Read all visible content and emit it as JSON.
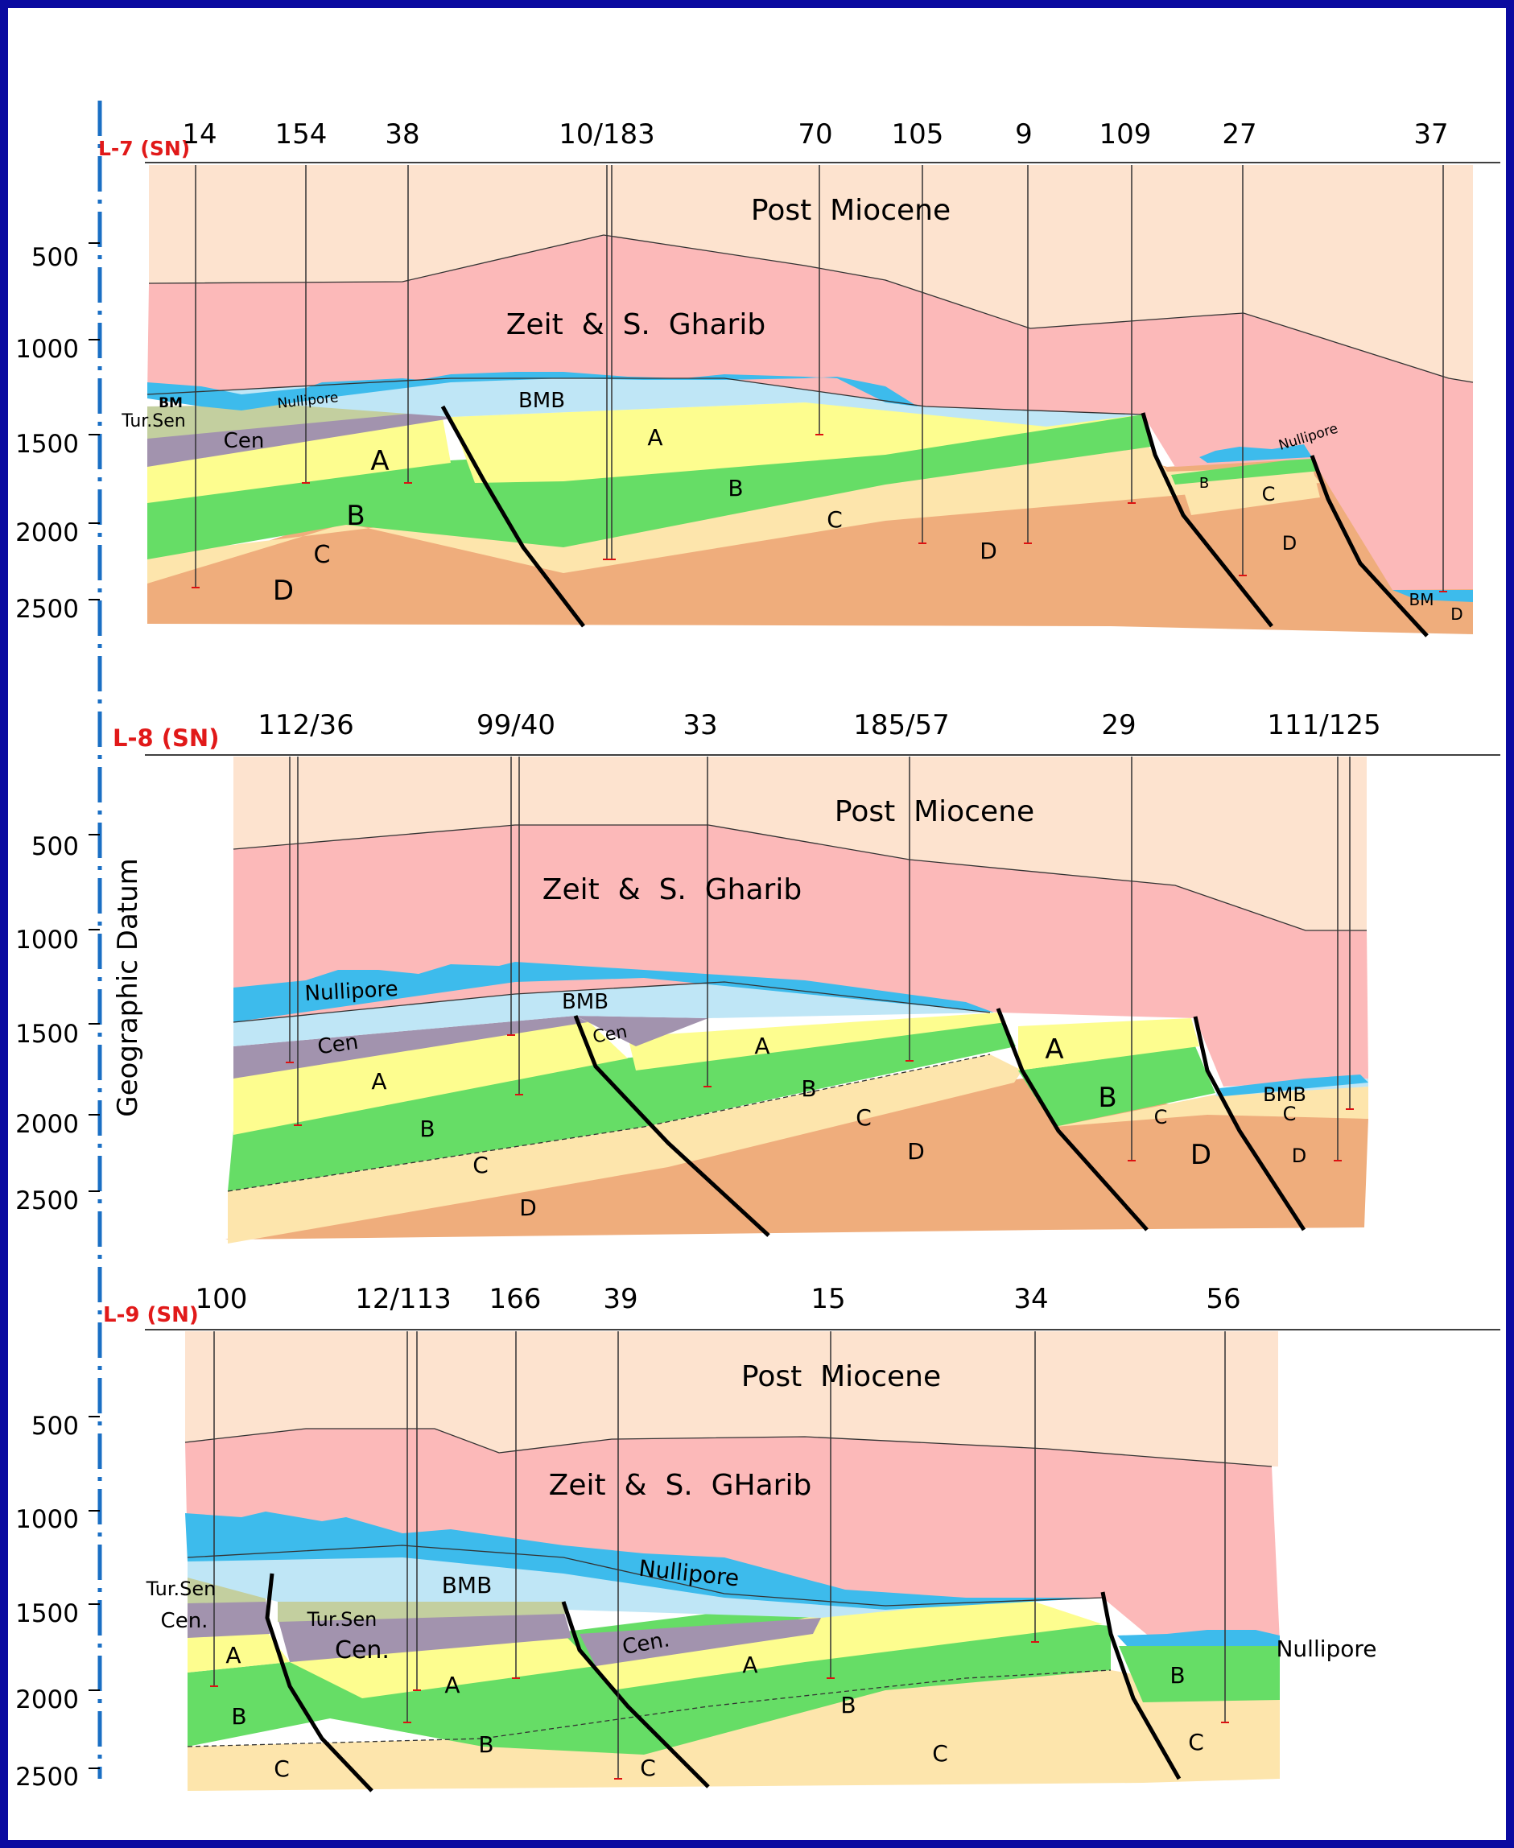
{
  "colors": {
    "frame": "#0a0aa0",
    "post_miocene": "#fde3cf",
    "zeit": "#fcb9b9",
    "nullipore": "#3dbbec",
    "bmb": "#bfe6f6",
    "tur_sen": "#c3cf9f",
    "cen": "#a293ae",
    "A": "#fdfd8f",
    "B": "#66dd66",
    "C": "#fde5ac",
    "D": "#efad7c",
    "axis": "#1a6fc4",
    "section_label": "#e11919"
  },
  "y_axis": {
    "title": "Geographic Datum",
    "ticks": [
      "500",
      "1000",
      "1500",
      "2000",
      "2500"
    ]
  },
  "sections": [
    {
      "id": "l7",
      "label": "L-7 (SN)",
      "wells": [
        "14",
        "154",
        "38",
        "10/183",
        "70",
        "105",
        "9",
        "109",
        "27",
        "37"
      ],
      "units": {
        "post_miocene": "Post  Miocene",
        "zeit": "Zeit  &  S.  Gharib",
        "nullipore": "Nullipore",
        "nullipore_2": "Nullipore",
        "bm": "BM",
        "bm_2": "BM",
        "bmb": "BMB",
        "tur_sen": "Tur.Sen",
        "cen": "Cen",
        "A": "A",
        "A_2": "A",
        "B": "B",
        "B_2": "B",
        "B_3": "B",
        "C": "C",
        "C_2": "C",
        "C_3": "C",
        "D": "D",
        "D_2": "D",
        "D_3": "D",
        "D_4": "D"
      }
    },
    {
      "id": "l8",
      "label": "L-8 (SN)",
      "wells": [
        "112/36",
        "99/40",
        "33",
        "185/57",
        "29",
        "111/125"
      ],
      "units": {
        "post_miocene": "Post  Miocene",
        "zeit": "Zeit  &  S.  Gharib",
        "nullipore": "Nullipore",
        "bmb": "BMB",
        "bmb_2": "BMB",
        "cen": "Cen",
        "cen_2": "Cen",
        "A": "A",
        "A_2": "A",
        "A_3": "A",
        "B": "B",
        "B_2": "B",
        "B_3": "B",
        "C": "C",
        "C_2": "C",
        "C_3": "C",
        "C_4": "C",
        "D": "D",
        "D_2": "D",
        "D_3": "D",
        "D_4": "D"
      }
    },
    {
      "id": "l9",
      "label": "L-9 (SN)",
      "wells": [
        "100",
        "12/113",
        "166",
        "39",
        "15",
        "34",
        "56"
      ],
      "units": {
        "post_miocene": "Post  Miocene",
        "zeit": "Zeit  &  S.  GHarib",
        "nullipore": "Nullipore",
        "nullipore_2": "Nullipore",
        "bmb": "BMB",
        "tur_sen": "Tur.Sen",
        "tur_sen_2": "Tur.Sen",
        "cen": "Cen.",
        "cen_2": "Cen.",
        "cen_3": "Cen.",
        "A": "A",
        "A_2": "A",
        "A_3": "A",
        "B": "B",
        "B_2": "B",
        "B_3": "B",
        "B_4": "B",
        "C": "C",
        "C_2": "C",
        "C_3": "C",
        "C_4": "C"
      }
    }
  ]
}
